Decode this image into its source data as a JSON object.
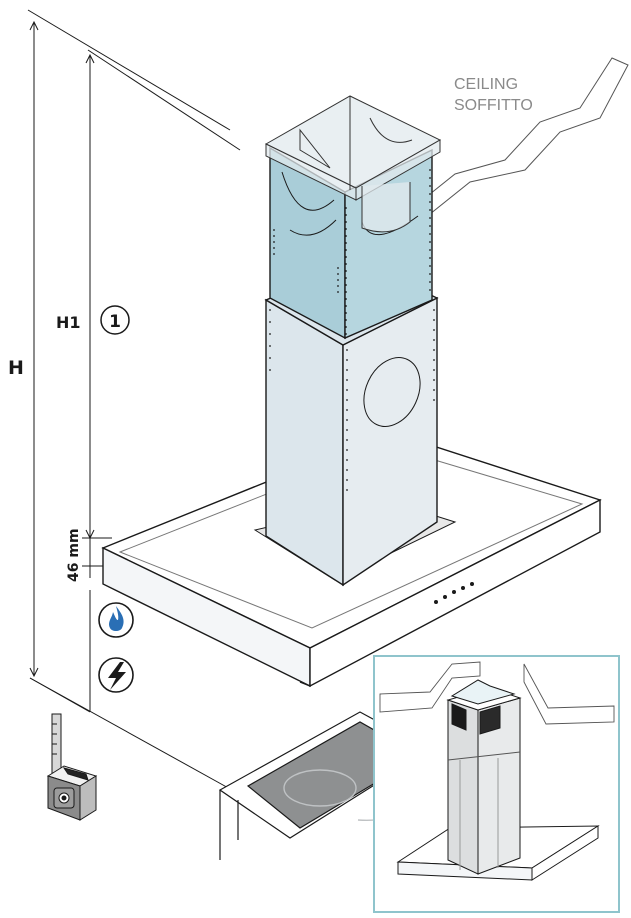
{
  "labels": {
    "ceiling_en": "CEILING",
    "ceiling_it": "SOFFITTO",
    "h": "H",
    "h1": "H1",
    "step": "1",
    "gap": "46 mm"
  },
  "icons": [
    "gas-flame-icon",
    "electric-bolt-icon",
    "tape-measure-icon"
  ],
  "colors": {
    "chimney_upper": "#a9cdd8",
    "chimney_lower": "#dce6ec",
    "inset_border": "#8fc4cc",
    "gas_blue": "#2a6fb5",
    "outline": "#1a1a1a"
  }
}
